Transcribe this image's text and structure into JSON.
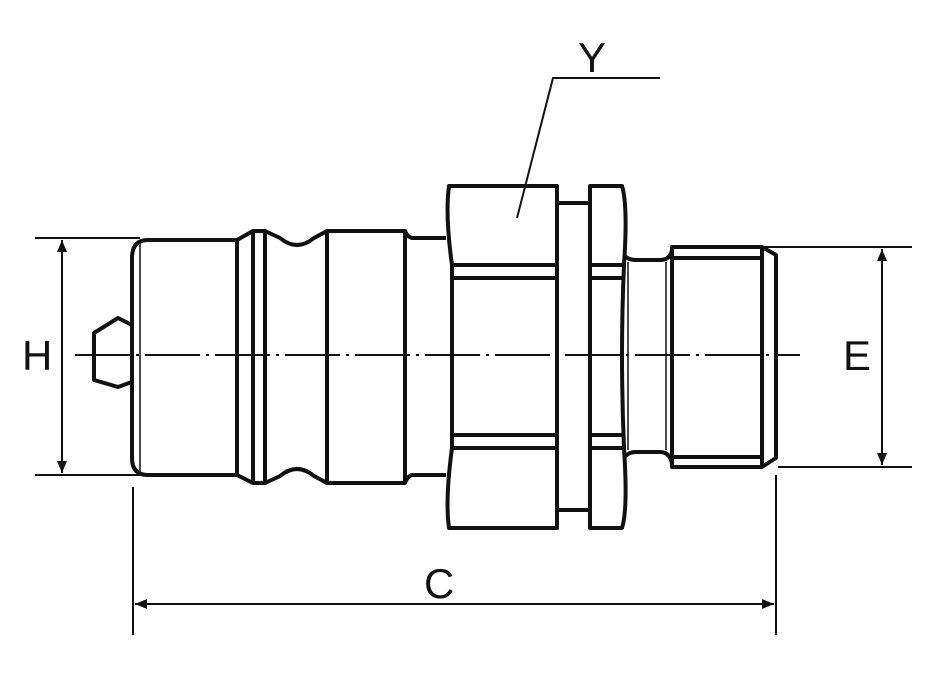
{
  "drawing": {
    "labels": {
      "H": "H",
      "E": "E",
      "C": "C",
      "Y": "Y"
    },
    "stroke_color": "#111111",
    "background": "#ffffff"
  }
}
